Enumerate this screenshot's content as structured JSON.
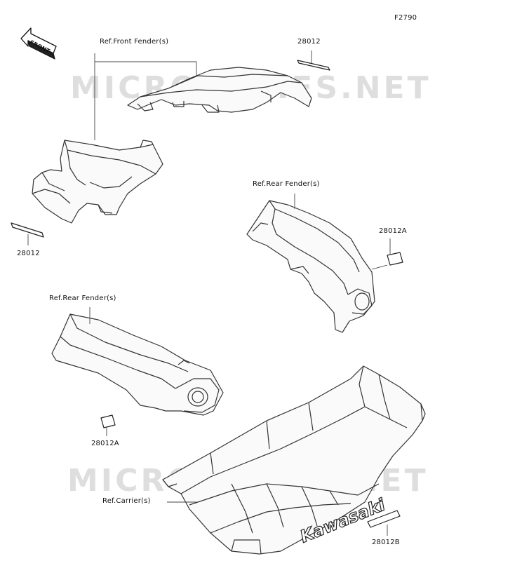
{
  "diagram_code": "F2790",
  "front_arrow": "FRONT",
  "watermark": "MICROFICHES.NET",
  "labels": {
    "ref_front_fender": "Ref.Front Fender(s)",
    "ref_rear_fender_right": "Ref.Rear Fender(s)",
    "ref_rear_fender_left": "Ref.Rear Fender(s)",
    "ref_carrier": "Ref.Carrier(s)",
    "part_28012_top": "28012",
    "part_28012_left": "28012",
    "part_28012a_right": "28012A",
    "part_28012a_left": "28012A",
    "part_28012b": "28012B",
    "carrier_brand": "Kawasaki"
  }
}
